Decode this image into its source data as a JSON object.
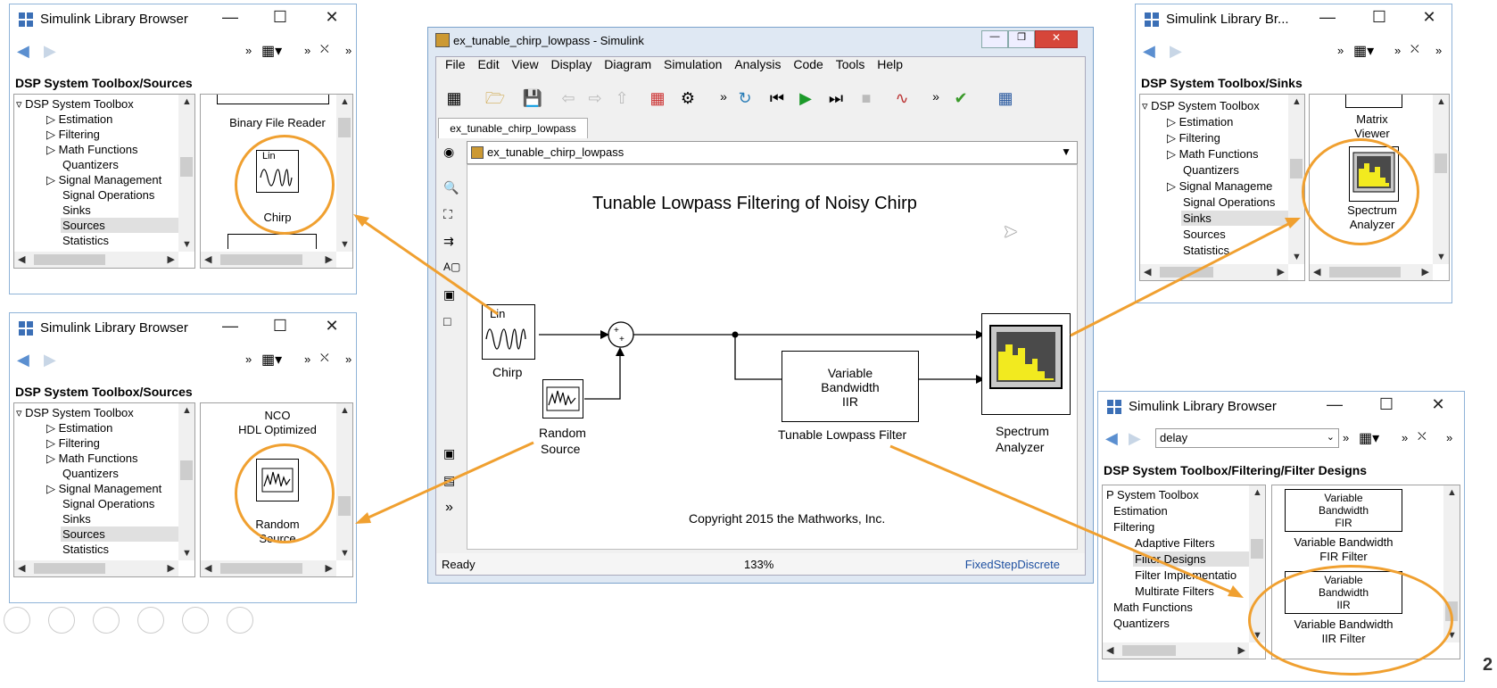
{
  "lb1": {
    "title": "Simulink Library Browser",
    "path": "DSP System Toolbox/Sources",
    "tree": [
      "DSP System Toolbox",
      "Estimation",
      "Filtering",
      "Math Functions",
      "Quantizers",
      "Signal Management",
      "Signal Operations",
      "Sinks",
      "Sources",
      "Statistics"
    ],
    "blocks": [
      "Binary File Reader",
      "Chirp"
    ]
  },
  "lb2": {
    "title": "Simulink Library Browser",
    "path": "DSP System Toolbox/Sources",
    "tree": [
      "DSP System Toolbox",
      "Estimation",
      "Filtering",
      "Math Functions",
      "Quantizers",
      "Signal Management",
      "Signal Operations",
      "Sinks",
      "Sources",
      "Statistics"
    ],
    "blocks": [
      "NCO",
      "HDL Optimized",
      "Random",
      "Source"
    ]
  },
  "lb3": {
    "title": "Simulink Library Br...",
    "path": "DSP System Toolbox/Sinks",
    "tree": [
      "DSP System Toolbox",
      "Estimation",
      "Filtering",
      "Math Functions",
      "Quantizers",
      "Signal Manageme",
      "Signal Operations",
      "Sinks",
      "Sources",
      "Statistics"
    ],
    "blocks": [
      "Matrix",
      "Viewer",
      "Spectrum",
      "Analyzer"
    ]
  },
  "lb4": {
    "title": "Simulink Library Browser",
    "search": "delay",
    "path": "DSP System Toolbox/Filtering/Filter Designs",
    "tree": [
      "P System Toolbox",
      "Estimation",
      "Filtering",
      "Adaptive Filters",
      "Filter Designs",
      "Filter Implementatio",
      "Multirate Filters",
      "Math Functions",
      "Quantizers"
    ],
    "block_fir": [
      "Variable",
      "Bandwidth",
      "FIR"
    ],
    "label_fir": [
      "Variable Bandwidth",
      "FIR Filter"
    ],
    "block_iir": [
      "Variable",
      "Bandwidth",
      "IIR"
    ],
    "label_iir": [
      "Variable Bandwidth",
      "IIR Filter"
    ]
  },
  "simulink": {
    "title": "ex_tunable_chirp_lowpass - Simulink",
    "menu": [
      "File",
      "Edit",
      "View",
      "Display",
      "Diagram",
      "Simulation",
      "Analysis",
      "Code",
      "Tools",
      "Help"
    ],
    "tab": "ex_tunable_chirp_lowpass",
    "address": "ex_tunable_chirp_lowpass",
    "heading": "Tunable Lowpass Filtering of Noisy Chirp",
    "chirp_icon": "Lin",
    "chirp_label": "Chirp",
    "random_label": [
      "Random",
      "Source"
    ],
    "filter_block": [
      "Variable",
      "Bandwidth",
      "IIR"
    ],
    "filter_label": "Tunable Lowpass Filter",
    "analyzer_label": [
      "Spectrum",
      "Analyzer"
    ],
    "copyright": "Copyright 2015 the Mathworks, Inc.",
    "status": "Ready",
    "zoom": "133%",
    "solver": "FixedStepDiscrete"
  },
  "slide_number": "2",
  "colors": {
    "accent": "#f0a030",
    "title_bg": "#ffffff",
    "analyzer_bar": "#f2ea1f",
    "solver_text": "#1d4fa0"
  }
}
